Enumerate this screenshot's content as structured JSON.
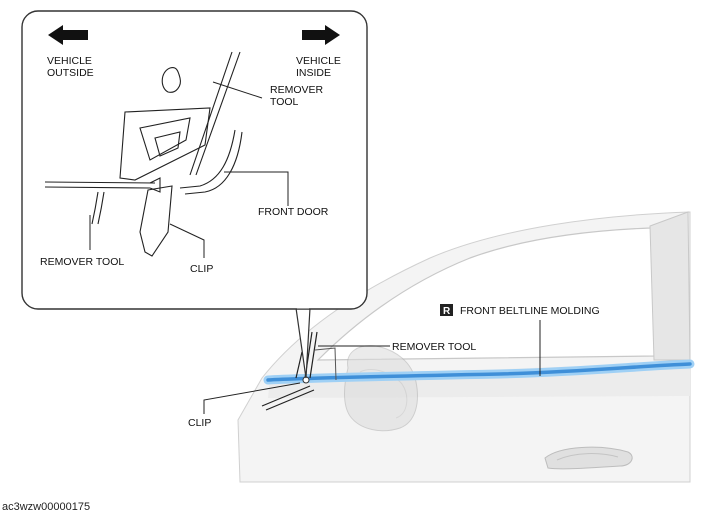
{
  "inset": {
    "direction_left": {
      "label": "VEHICLE\nOUTSIDE",
      "icon": "arrow-left-icon"
    },
    "direction_right": {
      "label": "VEHICLE\nINSIDE",
      "icon": "arrow-right-icon"
    },
    "labels": {
      "remover_tool_top": "REMOVER\nTOOL",
      "front_door": "FRONT DOOR",
      "remover_tool_bottom": "REMOVER TOOL",
      "clip": "CLIP"
    }
  },
  "main": {
    "badge": "R",
    "molding_label": "FRONT BELTLINE MOLDING",
    "remover_tool_label": "REMOVER TOOL",
    "clip_label": "CLIP",
    "colors": {
      "molding": "#3f8fd8",
      "molding_glow": "#9fd0f5",
      "badge_bg": "#222222"
    }
  },
  "footer": {
    "code": "ac3wzw00000175"
  }
}
